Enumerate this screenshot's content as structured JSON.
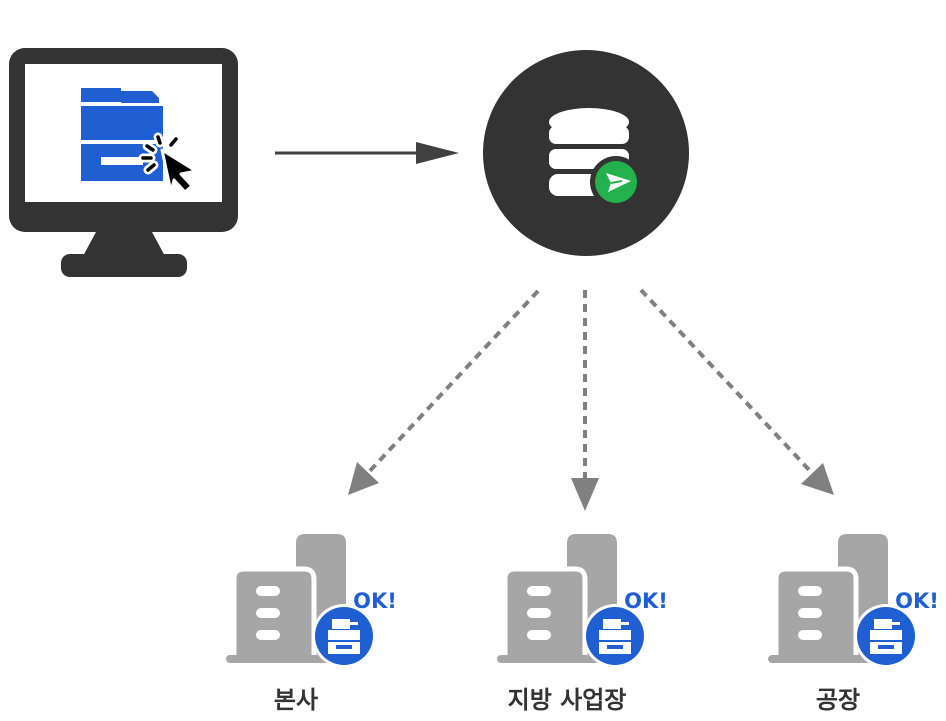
{
  "colors": {
    "dark": "#333333",
    "printer_blue": "#1f5fd1",
    "server_badge_green": "#22b14c",
    "building_gray": "#a6a6a6",
    "arrow_gray": "#808080"
  },
  "icons": {
    "monitor": "desktop-monitor-icon",
    "printer": "printer-icon",
    "cursor": "mouse-pointer-click-icon",
    "server": "database-server-icon",
    "deploy": "send-plane-icon",
    "building": "office-building-icon"
  },
  "sites": [
    {
      "label": "본사",
      "status": "OK!"
    },
    {
      "label": "지방 사업장",
      "status": "OK!"
    },
    {
      "label": "공장",
      "status": "OK!"
    }
  ]
}
